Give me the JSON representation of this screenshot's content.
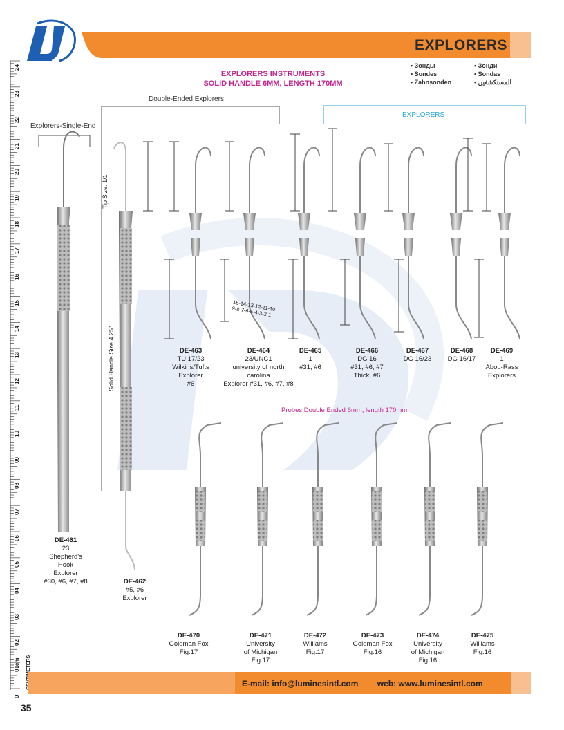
{
  "header": {
    "title": "EXPLORERS",
    "languages_left": [
      "• Зонды",
      "• Sondes",
      "• Zahnsonden"
    ],
    "languages_right": [
      "• Зонди",
      "• Sondas",
      "• المستكشفين"
    ],
    "subtitle_line1": "EXPLORERS INSTRUMENTS",
    "subtitle_line2": "SOLID HANDLE 6MM, LENGTH 170MM",
    "brand_color": "#f28a2e",
    "accent_color": "#c2248f"
  },
  "ruler": {
    "numbers": [
      "24",
      "23",
      "22",
      "21",
      "20",
      "19",
      "18",
      "17",
      "16",
      "15",
      "14",
      "13",
      "12",
      "11",
      "10",
      "09",
      "08",
      "07",
      "06",
      "05",
      "04",
      "03",
      "02",
      "01cm",
      "0"
    ],
    "label": "CENTIMETERS"
  },
  "sections": {
    "single_end": "Explorers-Single-End",
    "double_end": "Double-Ended Explorers",
    "explorers": "EXPLORERS",
    "tip_size": "Tip Size: 1/1",
    "handle_size": "Solid Handle Size 4.25\"",
    "probes": "Probes Double Ended 6mm, length 170mm",
    "probe_markings": "15-14-13-12-11-10-\n9-8-7-6-5-4-3-2-1"
  },
  "products": [
    {
      "code": "DE-461",
      "lines": [
        "23",
        "Shepherd's",
        "Hook",
        "Explorer",
        "#30, #6, #7, #8"
      ]
    },
    {
      "code": "DE-462",
      "lines": [
        "#5, #6",
        "Explorer"
      ]
    },
    {
      "code": "DE-463",
      "lines": [
        "TU 17/23",
        "Wilkins/Tufts",
        "Explorer",
        "#6"
      ]
    },
    {
      "code": "DE-464",
      "lines": [
        "23/UNC1",
        "university of north",
        "carolina",
        "Explorer #31, #6, #7, #8"
      ]
    },
    {
      "code": "DE-465",
      "lines": [
        "1",
        "#31, #6"
      ]
    },
    {
      "code": "DE-466",
      "lines": [
        "DG 16",
        "#31, #6, #7",
        "Thick, #6"
      ]
    },
    {
      "code": "DE-467",
      "lines": [
        "DG 16/23"
      ]
    },
    {
      "code": "DE-468",
      "lines": [
        "DG 16/17"
      ]
    },
    {
      "code": "DE-469",
      "lines": [
        "1",
        "Abou-Rass",
        "Explorers"
      ]
    },
    {
      "code": "DE-470",
      "lines": [
        "Goldman Fox",
        "Fig.17"
      ]
    },
    {
      "code": "DE-471",
      "lines": [
        "University",
        "of Michigan",
        "Fig.17"
      ]
    },
    {
      "code": "DE-472",
      "lines": [
        "Williams",
        "Fig.17"
      ]
    },
    {
      "code": "DE-473",
      "lines": [
        "Goldman Fox",
        "Fig.16"
      ]
    },
    {
      "code": "DE-474",
      "lines": [
        "University",
        "of Michigan",
        "Fig.16"
      ]
    },
    {
      "code": "DE-475",
      "lines": [
        "Williams",
        "Fig.16"
      ]
    }
  ],
  "footer": {
    "email": "E-mail: info@luminesintl.com",
    "web": "web: www.luminesintl.com"
  },
  "page_number": "35"
}
